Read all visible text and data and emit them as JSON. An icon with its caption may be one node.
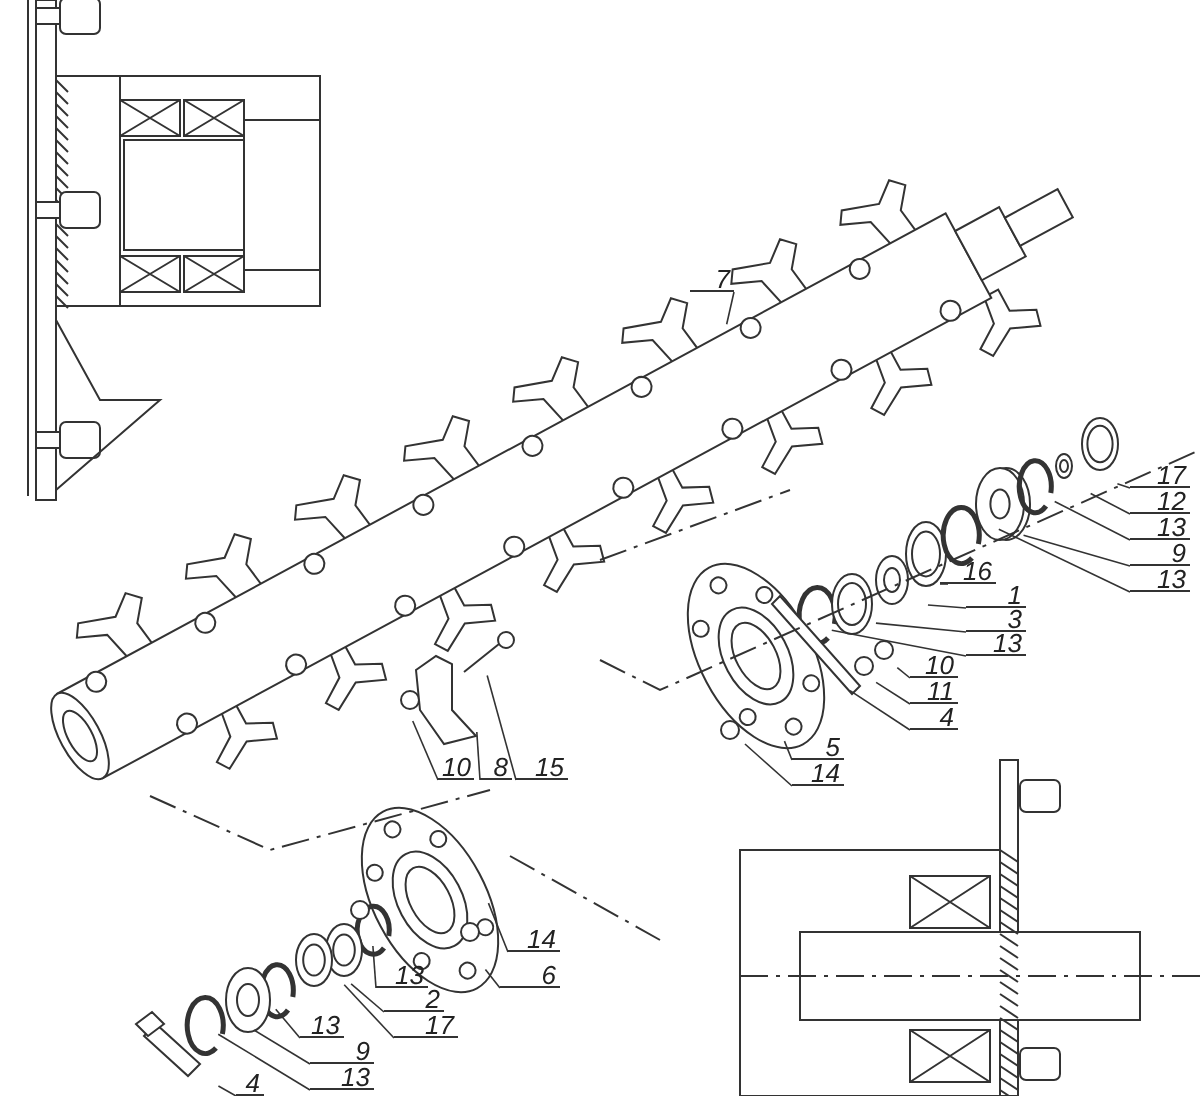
{
  "diagram": {
    "nodes": [
      {
        "text": [
          "7"
        ]
      },
      {
        "text": [
          "17"
        ]
      },
      {
        "text": [
          "12"
        ]
      },
      {
        "text": [
          "13"
        ]
      },
      {
        "text": [
          "9"
        ]
      },
      {
        "text": [
          "13"
        ]
      },
      {
        "text": [
          "16"
        ]
      },
      {
        "text": [
          "1"
        ]
      },
      {
        "text": [
          "3"
        ]
      },
      {
        "text": [
          "13"
        ]
      },
      {
        "text": [
          "10"
        ]
      },
      {
        "text": [
          "11"
        ]
      },
      {
        "text": [
          "4"
        ]
      },
      {
        "text": [
          "5"
        ]
      },
      {
        "text": [
          "14"
        ]
      },
      {
        "text": [
          "10"
        ]
      },
      {
        "text": [
          "8"
        ]
      },
      {
        "text": [
          "15"
        ]
      },
      {
        "text": [
          "14"
        ]
      },
      {
        "text": [
          "6"
        ]
      },
      {
        "text": [
          "13"
        ]
      },
      {
        "text": [
          "2"
        ]
      },
      {
        "text": [
          "17"
        ]
      },
      {
        "text": [
          "13"
        ]
      },
      {
        "text": [
          "9"
        ]
      },
      {
        "text": [
          "13"
        ]
      },
      {
        "text": [
          "4"
        ]
      }
    ],
    "edges": [
      {
        "from": 0,
        "to": null,
        "arrow": "none"
      },
      {
        "from": 1,
        "to": null,
        "arrow": "none"
      },
      {
        "from": 2,
        "to": null,
        "arrow": "none"
      },
      {
        "from": 3,
        "to": null,
        "arrow": "none"
      },
      {
        "from": 4,
        "to": null,
        "arrow": "none"
      },
      {
        "from": 5,
        "to": null,
        "arrow": "none"
      },
      {
        "from": 6,
        "to": null,
        "arrow": "none"
      },
      {
        "from": 7,
        "to": null,
        "arrow": "none"
      },
      {
        "from": 8,
        "to": null,
        "arrow": "none"
      },
      {
        "from": 9,
        "to": null,
        "arrow": "none"
      },
      {
        "from": 10,
        "to": null,
        "arrow": "none"
      },
      {
        "from": 11,
        "to": null,
        "arrow": "none"
      },
      {
        "from": 12,
        "to": null,
        "arrow": "none"
      },
      {
        "from": 13,
        "to": null,
        "arrow": "none"
      },
      {
        "from": 14,
        "to": null,
        "arrow": "none"
      },
      {
        "from": 15,
        "to": null,
        "arrow": "none"
      },
      {
        "from": 16,
        "to": null,
        "arrow": "none"
      },
      {
        "from": 17,
        "to": null,
        "arrow": "none"
      },
      {
        "from": 18,
        "to": null,
        "arrow": "none"
      },
      {
        "from": 19,
        "to": null,
        "arrow": "none"
      },
      {
        "from": 20,
        "to": null,
        "arrow": "none"
      },
      {
        "from": 21,
        "to": null,
        "arrow": "none"
      },
      {
        "from": 22,
        "to": null,
        "arrow": "none"
      },
      {
        "from": 23,
        "to": null,
        "arrow": "none"
      },
      {
        "from": 24,
        "to": null,
        "arrow": "none"
      },
      {
        "from": 25,
        "to": null,
        "arrow": "none"
      },
      {
        "from": 26,
        "to": null,
        "arrow": "none"
      }
    ]
  }
}
